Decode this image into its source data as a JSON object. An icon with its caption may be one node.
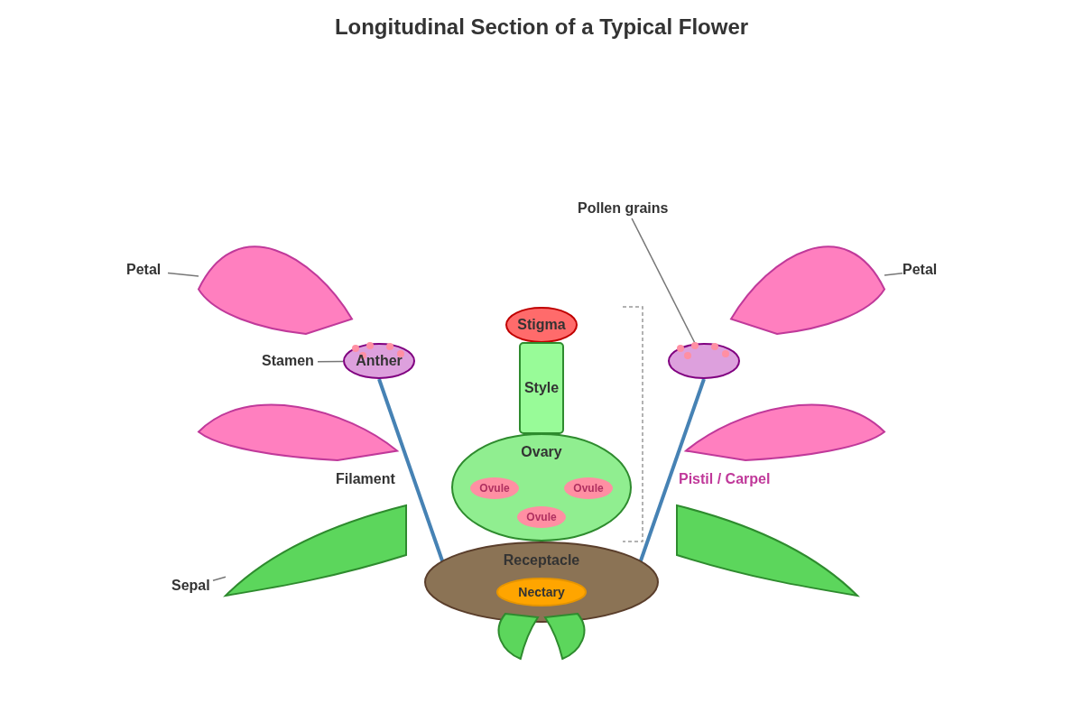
{
  "diagram": {
    "title": "Longitudinal Section of a Typical Flower",
    "nodes": [
      {
        "text": [
          "Petal"
        ]
      },
      {
        "text": [],
        "shape": "petal"
      },
      {
        "text": [
          "Stamen"
        ]
      },
      {
        "text": [
          "Anther"
        ]
      },
      {
        "text": [
          "Stigma"
        ]
      },
      {
        "text": [
          "Style"
        ]
      },
      {
        "text": [
          "Ovary"
        ]
      },
      {
        "text": [
          "Ovule"
        ],
        "in": 6
      },
      {
        "text": [
          "Ovule"
        ],
        "in": 6
      },
      {
        "text": [
          "Ovule"
        ],
        "in": 6
      },
      {
        "text": [
          "Receptacle"
        ]
      },
      {
        "text": [
          "Nectary"
        ],
        "in": 10
      },
      {
        "text": [
          "Sepal"
        ]
      },
      {
        "text": [],
        "shape": "sepal"
      },
      {
        "text": [
          "Pollen grains"
        ]
      },
      {
        "text": [],
        "shape": "circle"
      },
      {
        "text": [
          "Petal"
        ]
      },
      {
        "text": [],
        "shape": "petal"
      },
      {
        "text": [],
        "shape": "petal"
      },
      {
        "text": [],
        "shape": "petal"
      },
      {
        "text": [],
        "shape": "sepal"
      },
      {
        "text": [],
        "shape": "sepal"
      },
      {
        "text": [],
        "shape": "sepal"
      }
    ],
    "edges": [
      {
        "from": 0,
        "to": 1,
        "arrow": "none"
      },
      {
        "from": 2,
        "to": 3,
        "arrow": "none"
      },
      {
        "from": 12,
        "to": 13,
        "arrow": "none"
      },
      {
        "from": 14,
        "to": 15,
        "arrow": "none"
      },
      {
        "from": 16,
        "to": 17,
        "arrow": "none"
      }
    ],
    "labels": [
      "Filament",
      "Pistil / Carpel"
    ]
  }
}
